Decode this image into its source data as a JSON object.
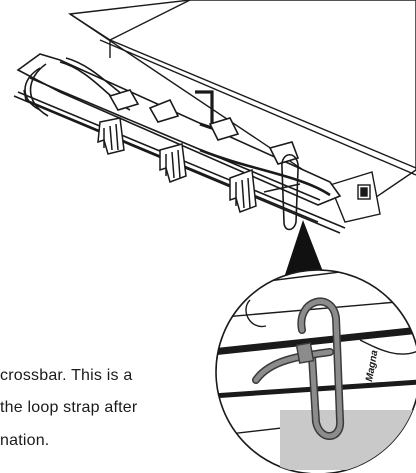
{
  "caption": {
    "line1": "crossbar. This is a",
    "line2": "the loop strap after",
    "line3": "nation."
  },
  "detail_callout": {
    "label_text": "Magna"
  },
  "colors": {
    "line": "#1a1a1a",
    "callout_pointer": "#111111",
    "strap": "#8c8c8c",
    "strap_edge": "#3a3a3a",
    "shade": "#c9c9c9",
    "background": "#ffffff"
  },
  "icons": [
    "server-chassis-illustration",
    "cable-arm-illustration",
    "magnified-detail-circle",
    "loop-strap-illustration"
  ]
}
